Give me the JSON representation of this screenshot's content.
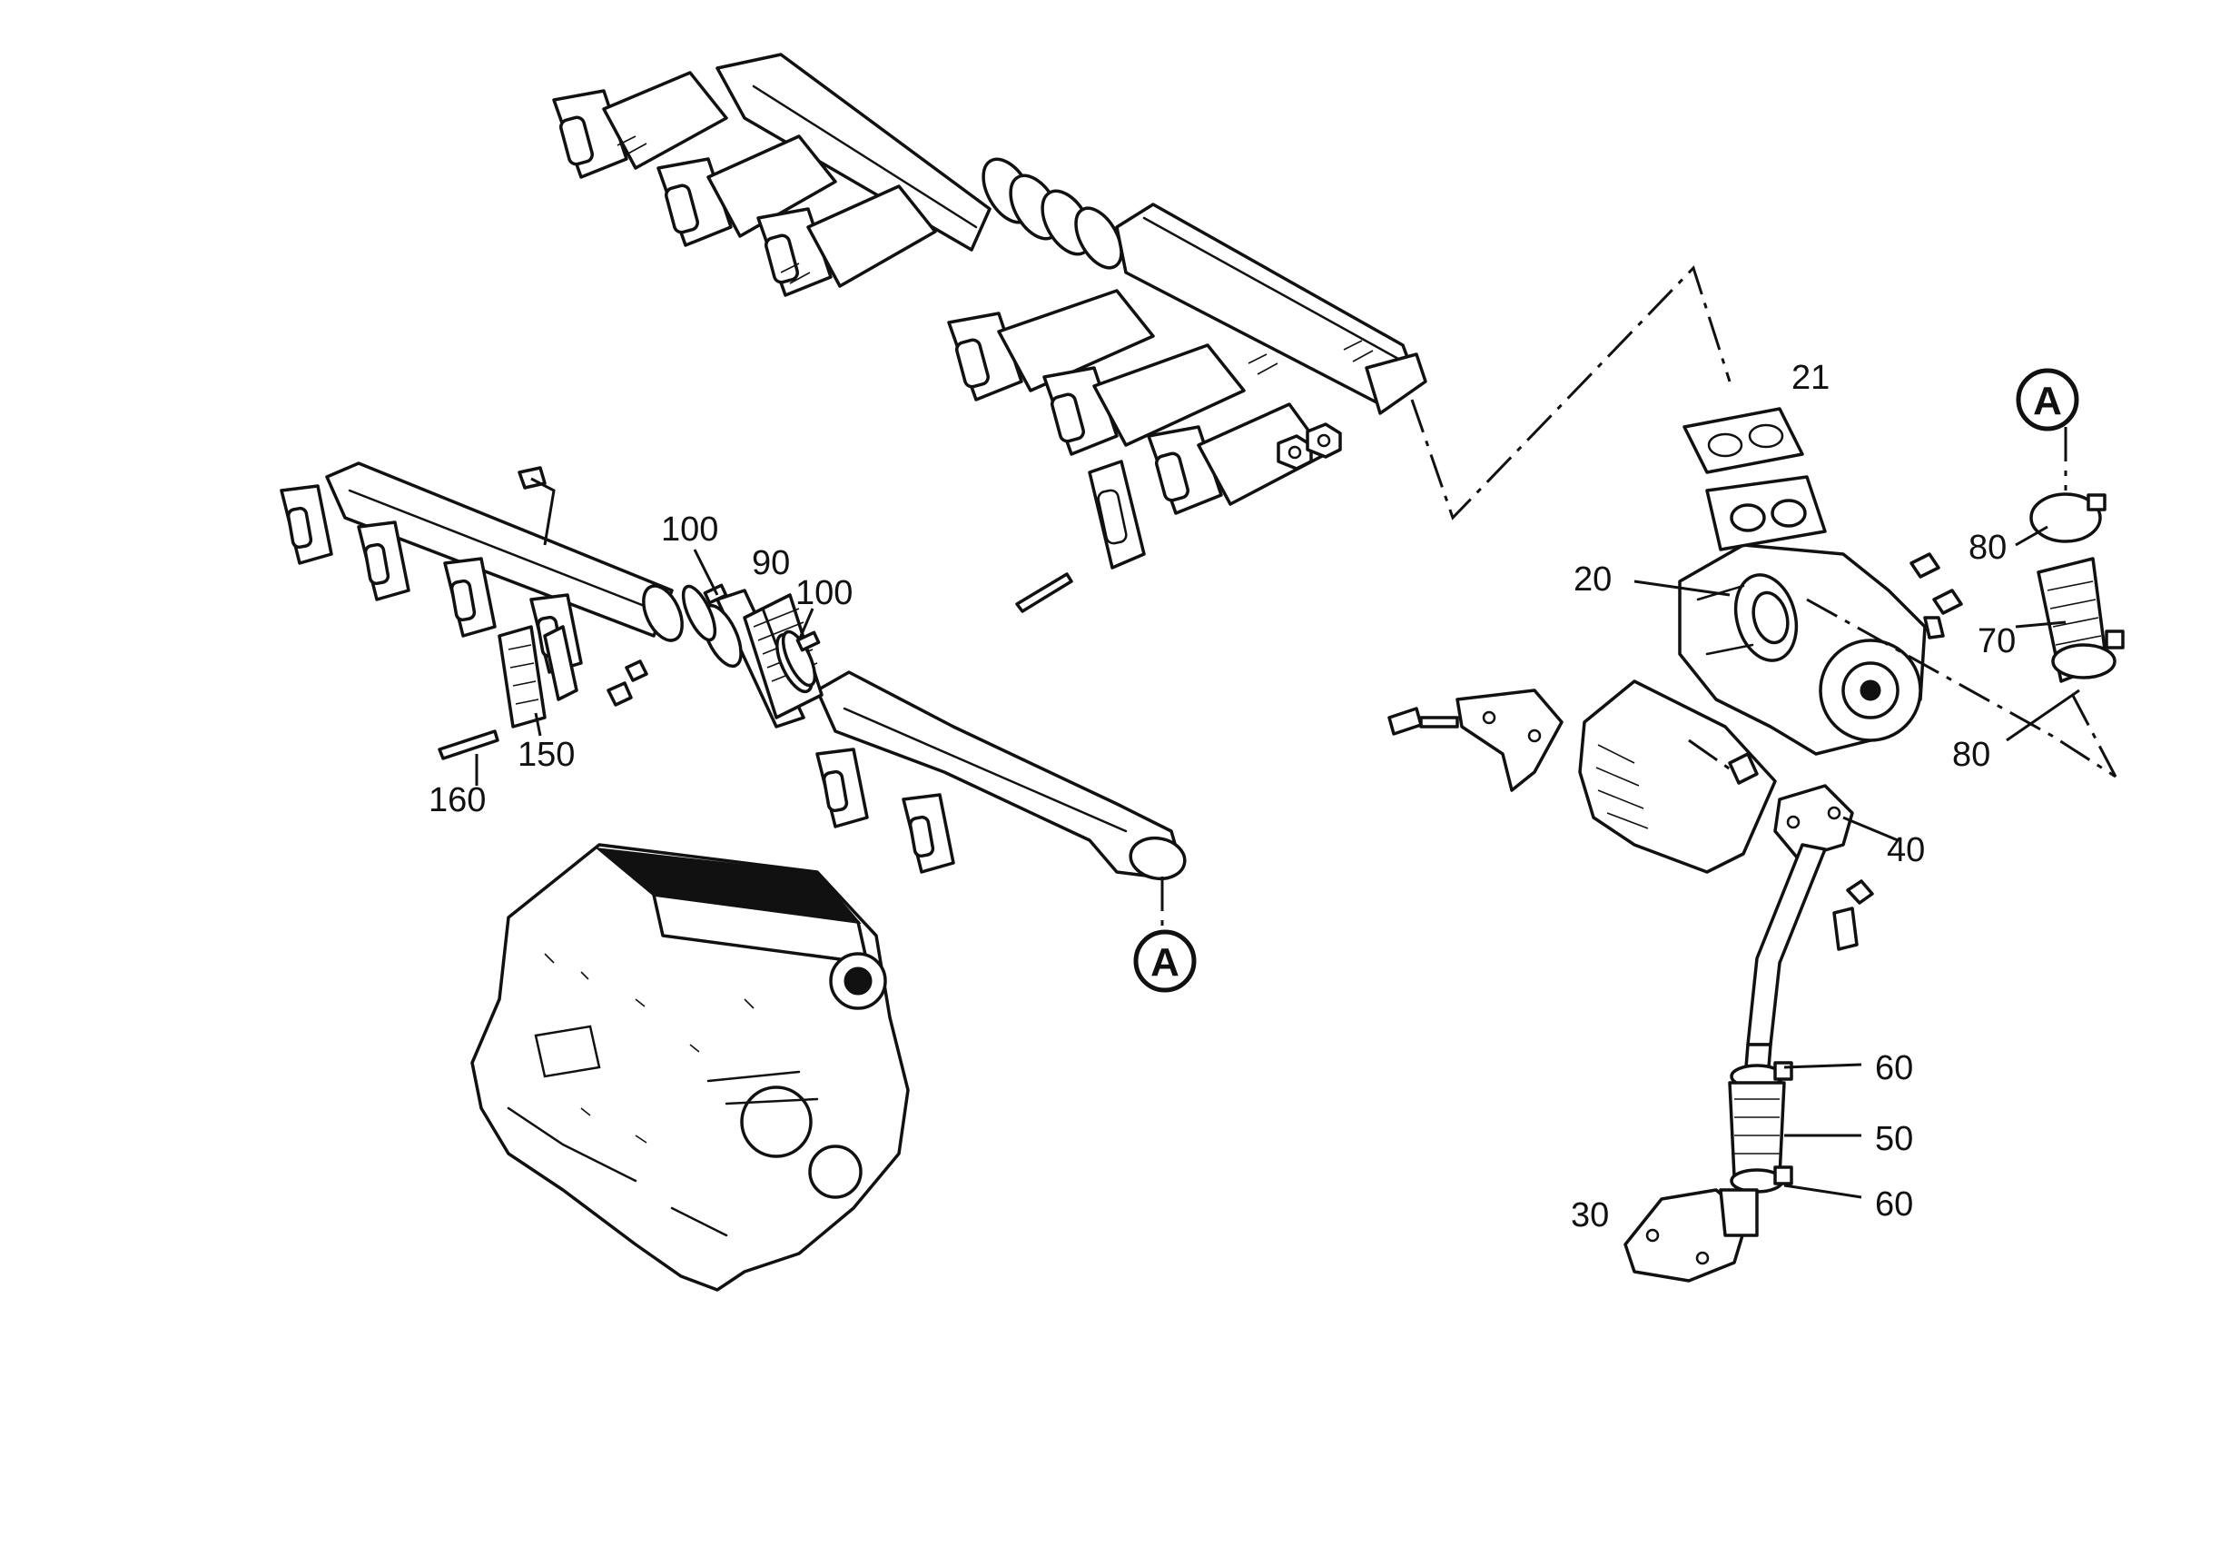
{
  "colors": {
    "ink": "#111111",
    "paper": "#ffffff"
  },
  "callouts": {
    "c21": "21",
    "c20": "20",
    "c80a": "80",
    "c70": "70",
    "c80b": "80",
    "c40": "40",
    "c60a": "60",
    "c50": "50",
    "c60b": "60",
    "c30": "30",
    "c100a": "100",
    "c90": "90",
    "c100b": "100",
    "c150": "150",
    "c160": "160"
  },
  "refs": {
    "top_right": "A",
    "lower_left": "A"
  }
}
